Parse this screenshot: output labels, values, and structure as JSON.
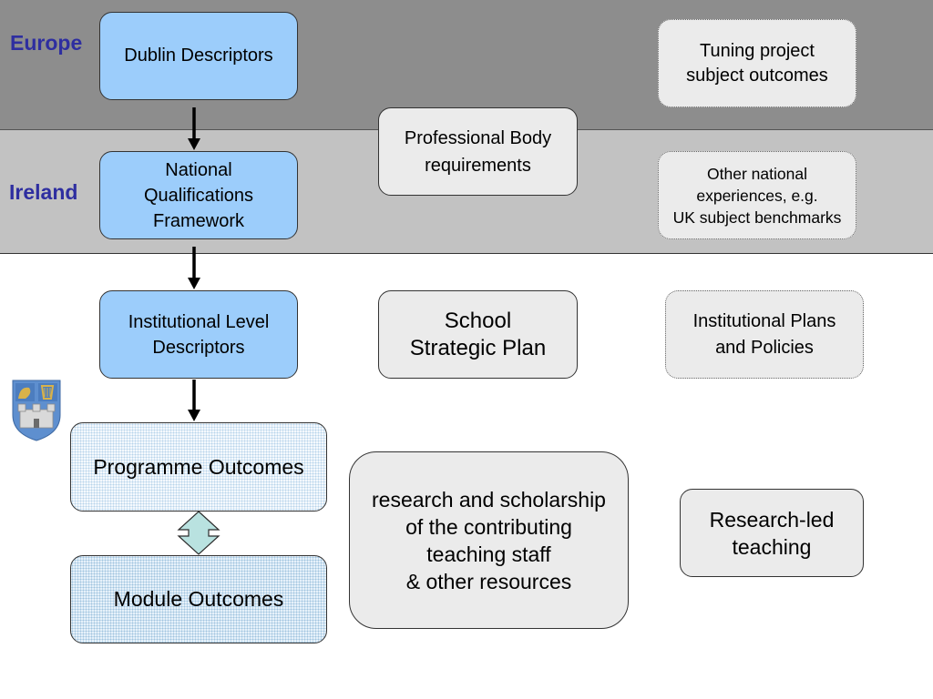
{
  "regions": {
    "europe": "Europe",
    "ireland": "Ireland"
  },
  "boxes": {
    "dublin": "Dublin Descriptors",
    "nqf": "National\nQualifications\nFramework",
    "institutional_level": "Institutional Level\nDescriptors",
    "programme": "Programme Outcomes",
    "module": "Module Outcomes",
    "professional_body": "Professional Body\nrequirements",
    "school_plan": "School\nStrategic Plan",
    "research": "research and scholarship\nof the contributing\nteaching staff\n& other resources",
    "tuning": "Tuning project\nsubject outcomes",
    "other_national": "Other national\nexperiences, e.g.\nUK subject benchmarks",
    "institutional_plans": "Institutional Plans\nand Policies",
    "research_led": "Research-led\nteaching"
  },
  "colors": {
    "europe_band": "#8d8d8d",
    "ireland_band": "#c2c2c2",
    "region_label": "#2e2ea0",
    "framework_box": "#9ccdfb",
    "influence_box": "#ebebeb",
    "double_arrow": "#b9e2e0"
  },
  "icons": {
    "crest": "college-crest-icon"
  }
}
